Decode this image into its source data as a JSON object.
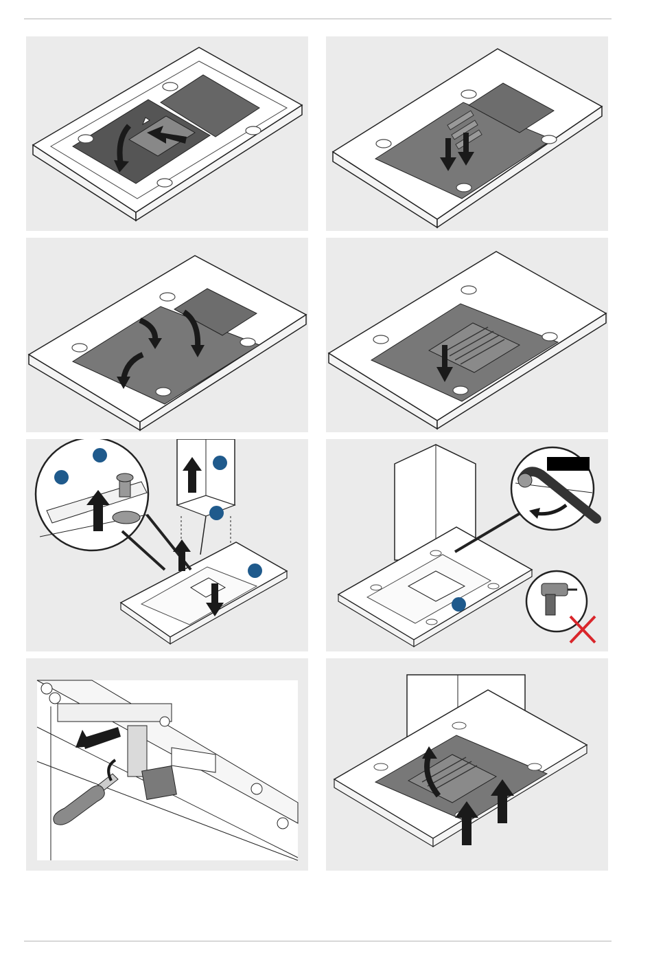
{
  "page": {
    "title": "",
    "page_number": ""
  },
  "panels": [
    {
      "id": 1,
      "action": "remove-grease-filter"
    },
    {
      "id": 2,
      "action": "lower-cover"
    },
    {
      "id": 3,
      "action": "remove-cover"
    },
    {
      "id": 4,
      "action": "lower-grille"
    },
    {
      "id": 5,
      "action": "mount-duct-screws"
    },
    {
      "id": 6,
      "action": "tighten-nut-no-drill"
    },
    {
      "id": 7,
      "action": "screw-connector"
    },
    {
      "id": 8,
      "action": "refit-cover-and-grille"
    }
  ],
  "colors": {
    "panel_background": "#ebebeb",
    "marker": "#1f5a8c",
    "arrow": "#1a1a1a",
    "cross": "#d9262b",
    "filter": "#555555",
    "cover": "#787878"
  }
}
